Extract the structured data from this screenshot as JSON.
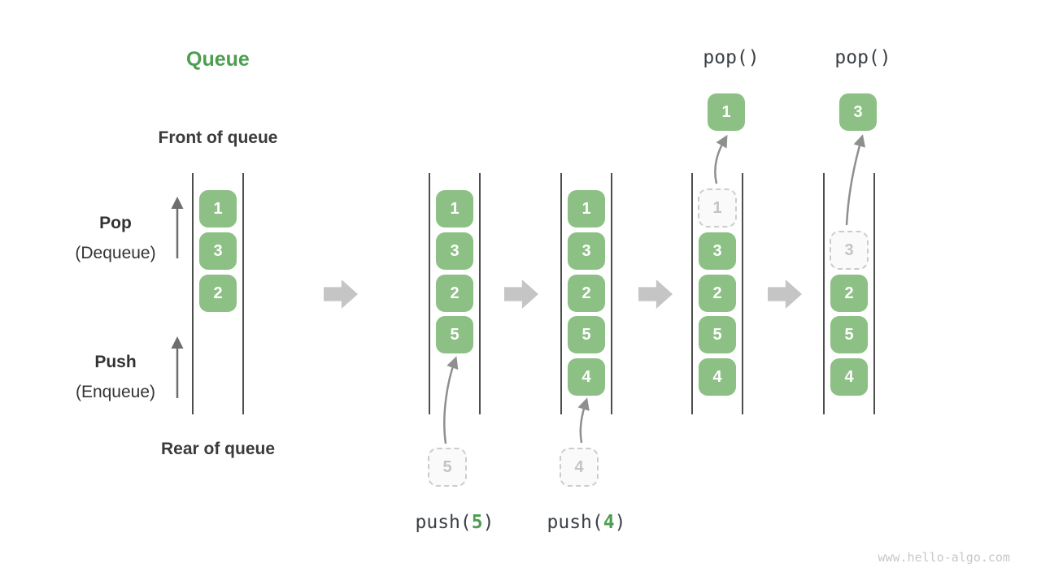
{
  "title": "Queue",
  "labels": {
    "front": "Front of queue",
    "rear": "Rear of queue",
    "pop_bold": "Pop",
    "pop_sub": "(Dequeue)",
    "push_bold": "Push",
    "push_sub": "(Enqueue)"
  },
  "colors": {
    "green_box": "#8CC084",
    "green_text": "#4C9E50",
    "dark_text": "#3B4045",
    "ghost_border": "#CCCCCC",
    "ghost_fill": "#FAFAFA",
    "ghost_text": "#C4C4C4",
    "block_arrow": "#C5C5C5",
    "thin_arrow": "#8F8F8F",
    "wall_line": "#4E4E4E",
    "watermark": "#C8C8C8"
  },
  "queues": [
    {
      "items": [
        {
          "value": "1",
          "slot": 0
        },
        {
          "value": "3",
          "slot": 1
        },
        {
          "value": "2",
          "slot": 2
        }
      ]
    },
    {
      "items": [
        {
          "value": "1",
          "slot": 0
        },
        {
          "value": "3",
          "slot": 1
        },
        {
          "value": "2",
          "slot": 2
        },
        {
          "value": "5",
          "slot": 3
        }
      ],
      "incoming": {
        "value": "5"
      },
      "op": {
        "pre": "push(",
        "arg": "5",
        "post": ")"
      }
    },
    {
      "items": [
        {
          "value": "1",
          "slot": 0
        },
        {
          "value": "3",
          "slot": 1
        },
        {
          "value": "2",
          "slot": 2
        },
        {
          "value": "5",
          "slot": 3
        },
        {
          "value": "4",
          "slot": 4
        }
      ],
      "incoming": {
        "value": "4"
      },
      "op": {
        "pre": "push(",
        "arg": "4",
        "post": ")"
      }
    },
    {
      "items": [
        {
          "value": "3",
          "slot": 1
        },
        {
          "value": "2",
          "slot": 2
        },
        {
          "value": "5",
          "slot": 3
        },
        {
          "value": "4",
          "slot": 4
        }
      ],
      "removed": {
        "value": "1",
        "slot": 0
      },
      "outgoing": {
        "value": "1"
      },
      "top_label": "pop()"
    },
    {
      "items": [
        {
          "value": "2",
          "slot": 2
        },
        {
          "value": "5",
          "slot": 3
        },
        {
          "value": "4",
          "slot": 4
        }
      ],
      "removed": {
        "value": "3",
        "slot": 1
      },
      "outgoing": {
        "value": "3"
      },
      "top_label": "pop()"
    }
  ],
  "watermark": "www.hello-algo.com"
}
